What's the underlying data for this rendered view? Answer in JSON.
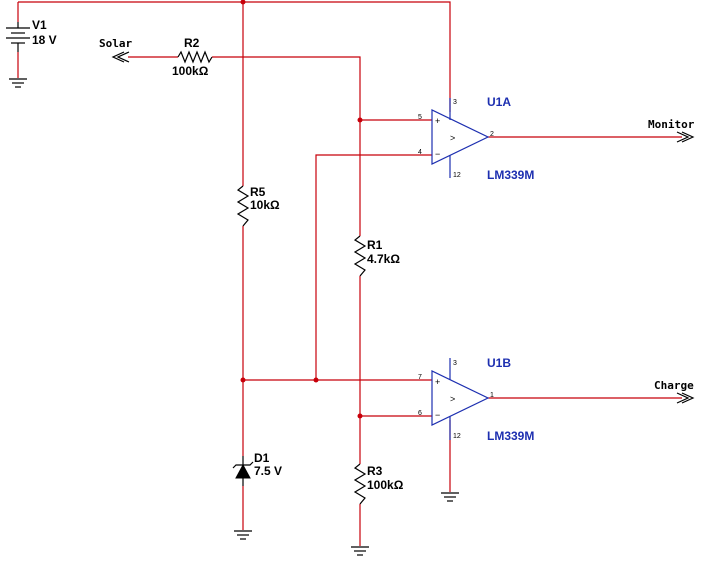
{
  "components": {
    "v1": {
      "ref": "V1",
      "value": "18 V"
    },
    "r2": {
      "ref": "R2",
      "value": "100kΩ"
    },
    "r5": {
      "ref": "R5",
      "value": "10kΩ"
    },
    "r1": {
      "ref": "R1",
      "value": "4.7kΩ"
    },
    "r3": {
      "ref": "R3",
      "value": "100kΩ"
    },
    "d1": {
      "ref": "D1",
      "value": "7.5 V"
    },
    "u1a": {
      "ref": "U1A",
      "part": "LM339M",
      "pins": {
        "vplus": "3",
        "in_plus": "5",
        "in_minus": "4",
        "out": "2",
        "gnd": "12"
      }
    },
    "u1b": {
      "ref": "U1B",
      "part": "LM339M",
      "pins": {
        "vplus": "3",
        "in_plus": "7",
        "in_minus": "6",
        "out": "1",
        "gnd": "12"
      }
    }
  },
  "nets": {
    "solar": "Solar",
    "monitor": "Monitor",
    "charge": "Charge"
  },
  "symbols": {
    "plus": "+",
    "minus": "−",
    "compare": ">"
  },
  "colors": {
    "wire": "#c8000a",
    "opamp": "#1d2fb0",
    "label": "#000000",
    "opamp_label": "#1d2fb0"
  }
}
